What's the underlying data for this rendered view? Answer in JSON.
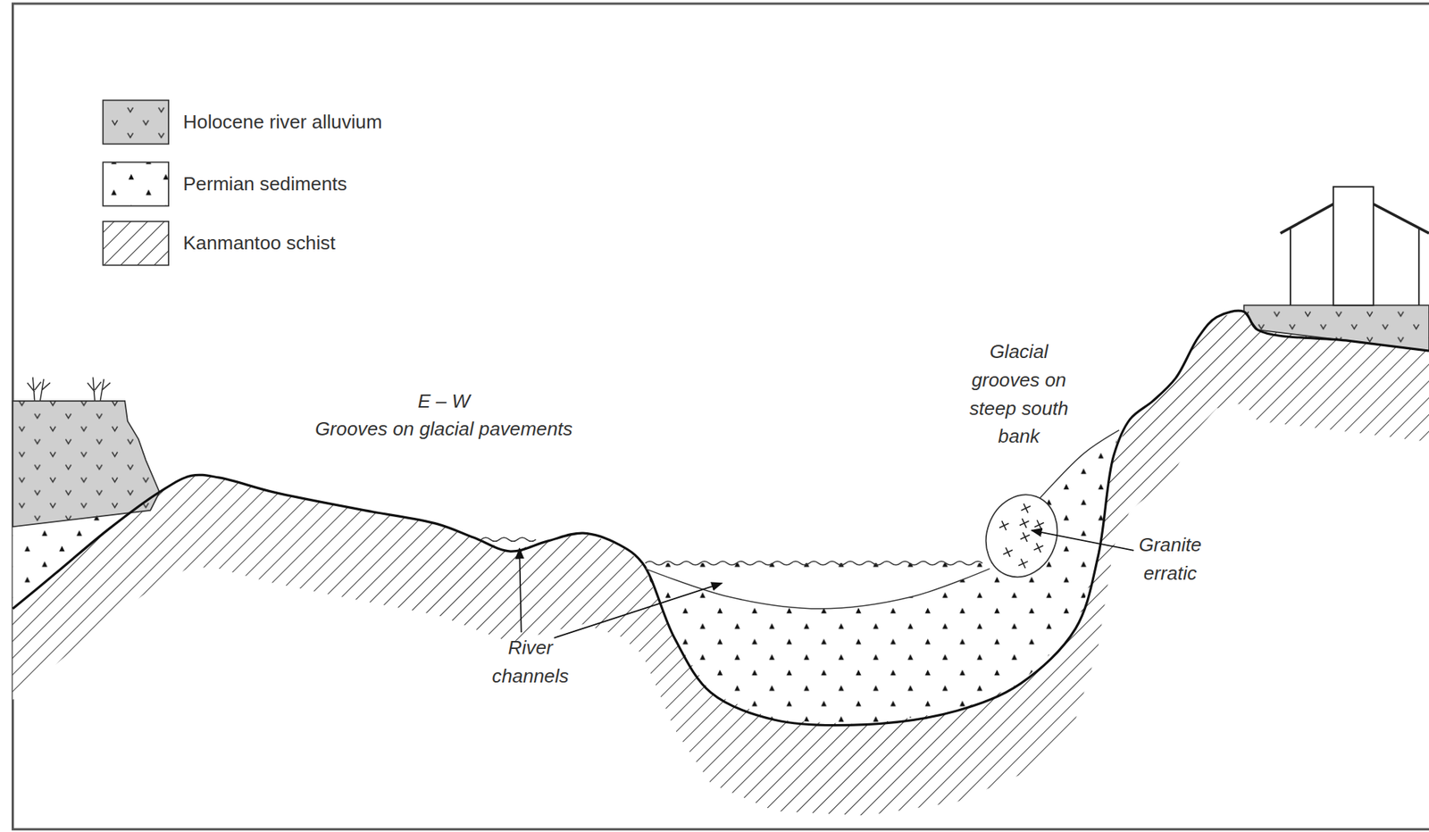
{
  "diagram": {
    "labels": [
      "E – W",
      "Grooves on glacial pavements",
      "Glacial grooves on steep south bank",
      "River channels",
      "Granite erratic"
    ],
    "legend": [
      {
        "text": "Holocene river alluvium"
      },
      {
        "text": "Permian sediments"
      },
      {
        "text": "Kanmantoo schist"
      }
    ]
  }
}
